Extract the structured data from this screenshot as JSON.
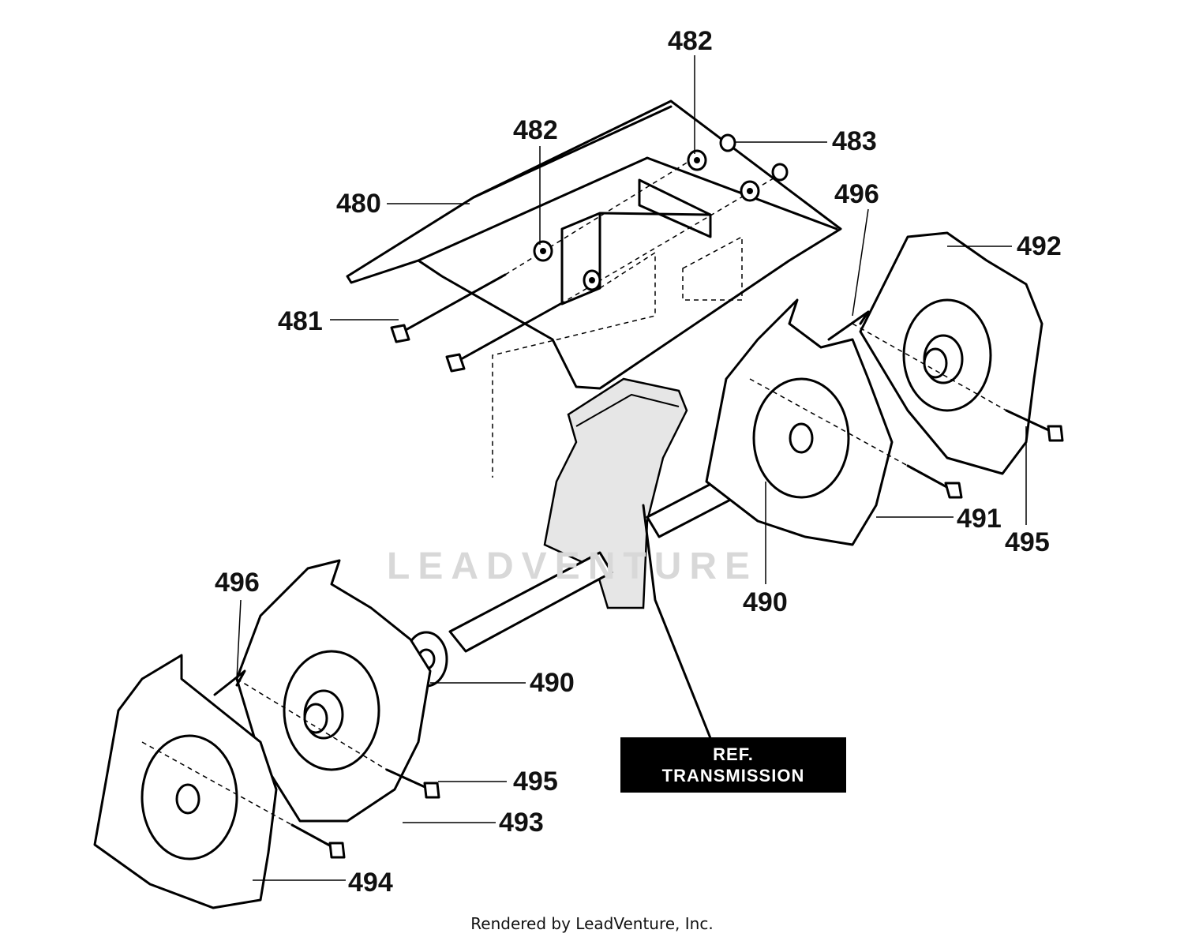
{
  "labels": {
    "l480": "480",
    "l481": "481",
    "l482a": "482",
    "l482b": "482",
    "l483": "483",
    "l490a": "490",
    "l490b": "490",
    "l491": "491",
    "l492": "492",
    "l493": "493",
    "l494": "494",
    "l495a": "495",
    "l495b": "495",
    "l496a": "496",
    "l496b": "496"
  },
  "reference": {
    "line1": "REF.",
    "line2": "TRANSMISSION"
  },
  "watermark": "LEADVENTURE",
  "footer": "Rendered by LeadVenture, Inc."
}
